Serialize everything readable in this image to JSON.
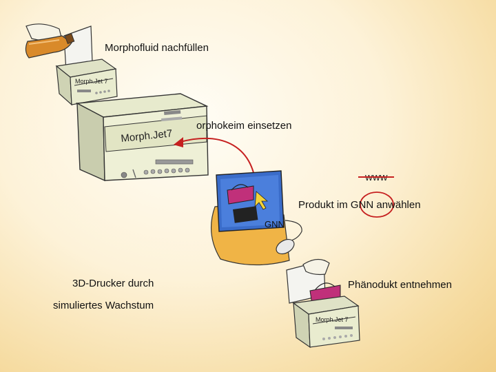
{
  "labels": {
    "step_refill": "Morphofluid nachfüllen",
    "step_insert": "orphokeim einsetzen",
    "step_select": "Produkt im GNN anwählen",
    "step_remove": "Phänodukt entnehmen",
    "note_line1": "3D-Drucker durch",
    "note_line2": "simuliertes Wachstum"
  },
  "device": {
    "brand_small": "Morph.Jet 7",
    "brand_large": "Morph.Jet7",
    "brand_bottom": "Morph.Jet 7"
  },
  "screen": {
    "gnn_label": "GNN"
  },
  "web": {
    "www_text": "www"
  },
  "colors": {
    "background": "#fdf2d8",
    "device_body": "#e9eccf",
    "accent_red": "#c62020",
    "screen_blue": "#3a6cc9",
    "person_skin": "#f0b446",
    "bottle_orange": "#d98a2a",
    "product_magenta": "#c0307a"
  }
}
